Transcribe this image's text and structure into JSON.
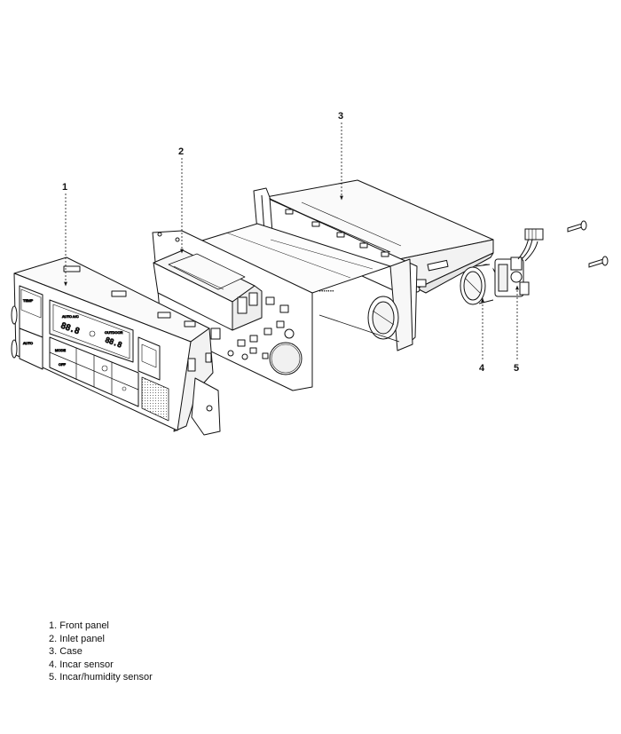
{
  "callouts": [
    {
      "id": 1,
      "number": "1"
    },
    {
      "id": 2,
      "number": "2"
    },
    {
      "id": 3,
      "number": "3"
    },
    {
      "id": 4,
      "number": "4"
    },
    {
      "id": 5,
      "number": "5"
    }
  ],
  "legend": [
    "1. Front panel",
    "2. Inlet panel",
    "3. Case",
    "4. Incar sensor",
    "5. Incar/humidity sensor"
  ],
  "panel_labels": {
    "auto": "AUTO",
    "mode": "MODE",
    "off": "OFF",
    "outdoor": "OUTDOOR",
    "temp": "TEMP",
    "display": "88.8"
  }
}
